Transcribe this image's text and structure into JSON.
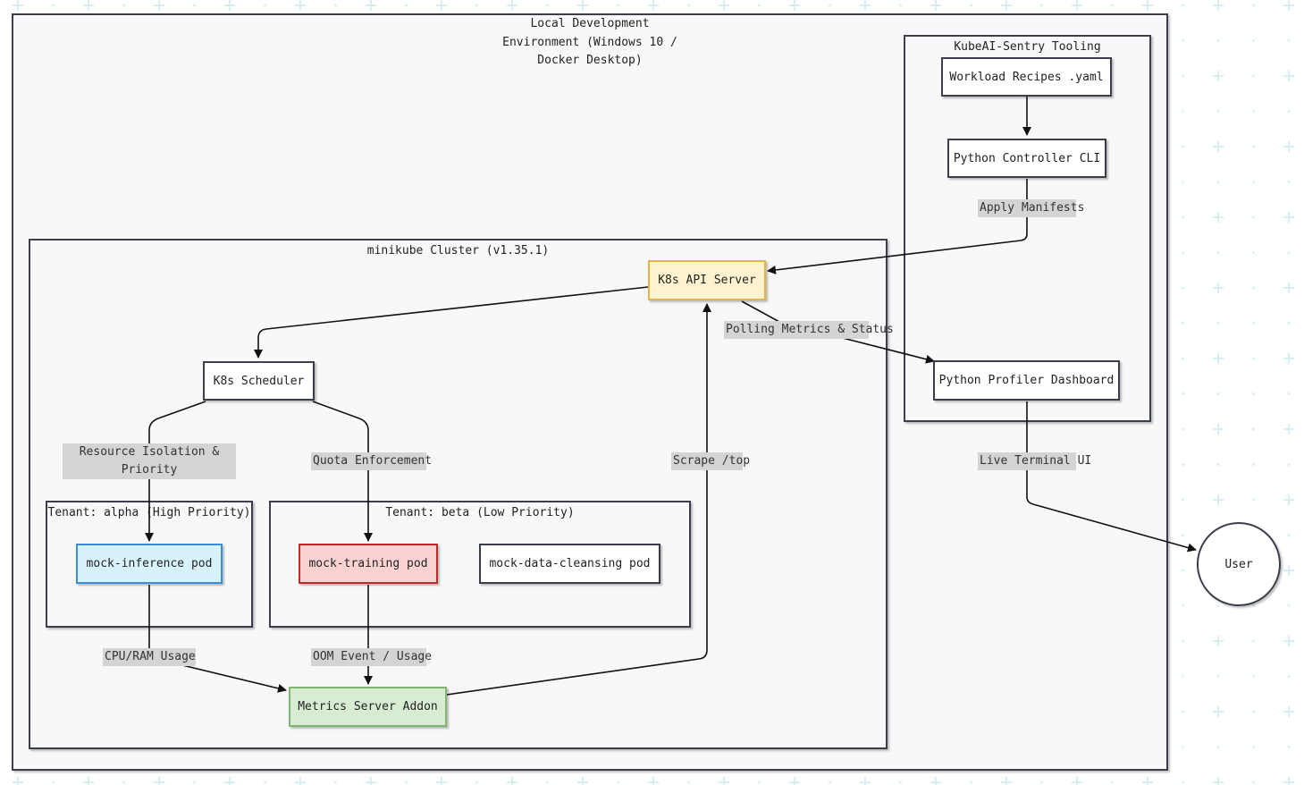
{
  "groups": {
    "local_env": "Local Development Environment (Windows 10 / Docker Desktop)",
    "tooling": "KubeAI-Sentry Tooling",
    "cluster": "minikube Cluster (v1.35.1)",
    "tenant_alpha": "Tenant: alpha (High Priority)",
    "tenant_beta": "Tenant: beta (Low Priority)"
  },
  "nodes": {
    "recipes": "Workload Recipes .yaml",
    "controller": "Python Controller CLI",
    "api_server": "K8s API Server",
    "profiler": "Python Profiler Dashboard",
    "scheduler": "K8s Scheduler",
    "inference_pod": "mock-inference pod",
    "training_pod": "mock-training pod",
    "cleansing_pod": "mock-data-cleansing pod",
    "metrics_server": "Metrics Server Addon",
    "user": "User"
  },
  "edge_labels": {
    "apply_manifests": "Apply Manifests",
    "polling": "Polling Metrics & Status",
    "live_ui": "Live Terminal UI",
    "isolation": "Resource Isolation & Priority",
    "quota": "Quota Enforcement",
    "scrape": "Scrape /top",
    "cpu_ram": "CPU/RAM Usage",
    "oom": "OOM Event / Usage"
  },
  "colors": {
    "api_server_fill": "#fff3cf",
    "inference_fill": "#d7f2fb",
    "training_fill": "#fbd2d2",
    "metrics_fill": "#d8ecd3",
    "grid_marks": "#d8eef5"
  }
}
